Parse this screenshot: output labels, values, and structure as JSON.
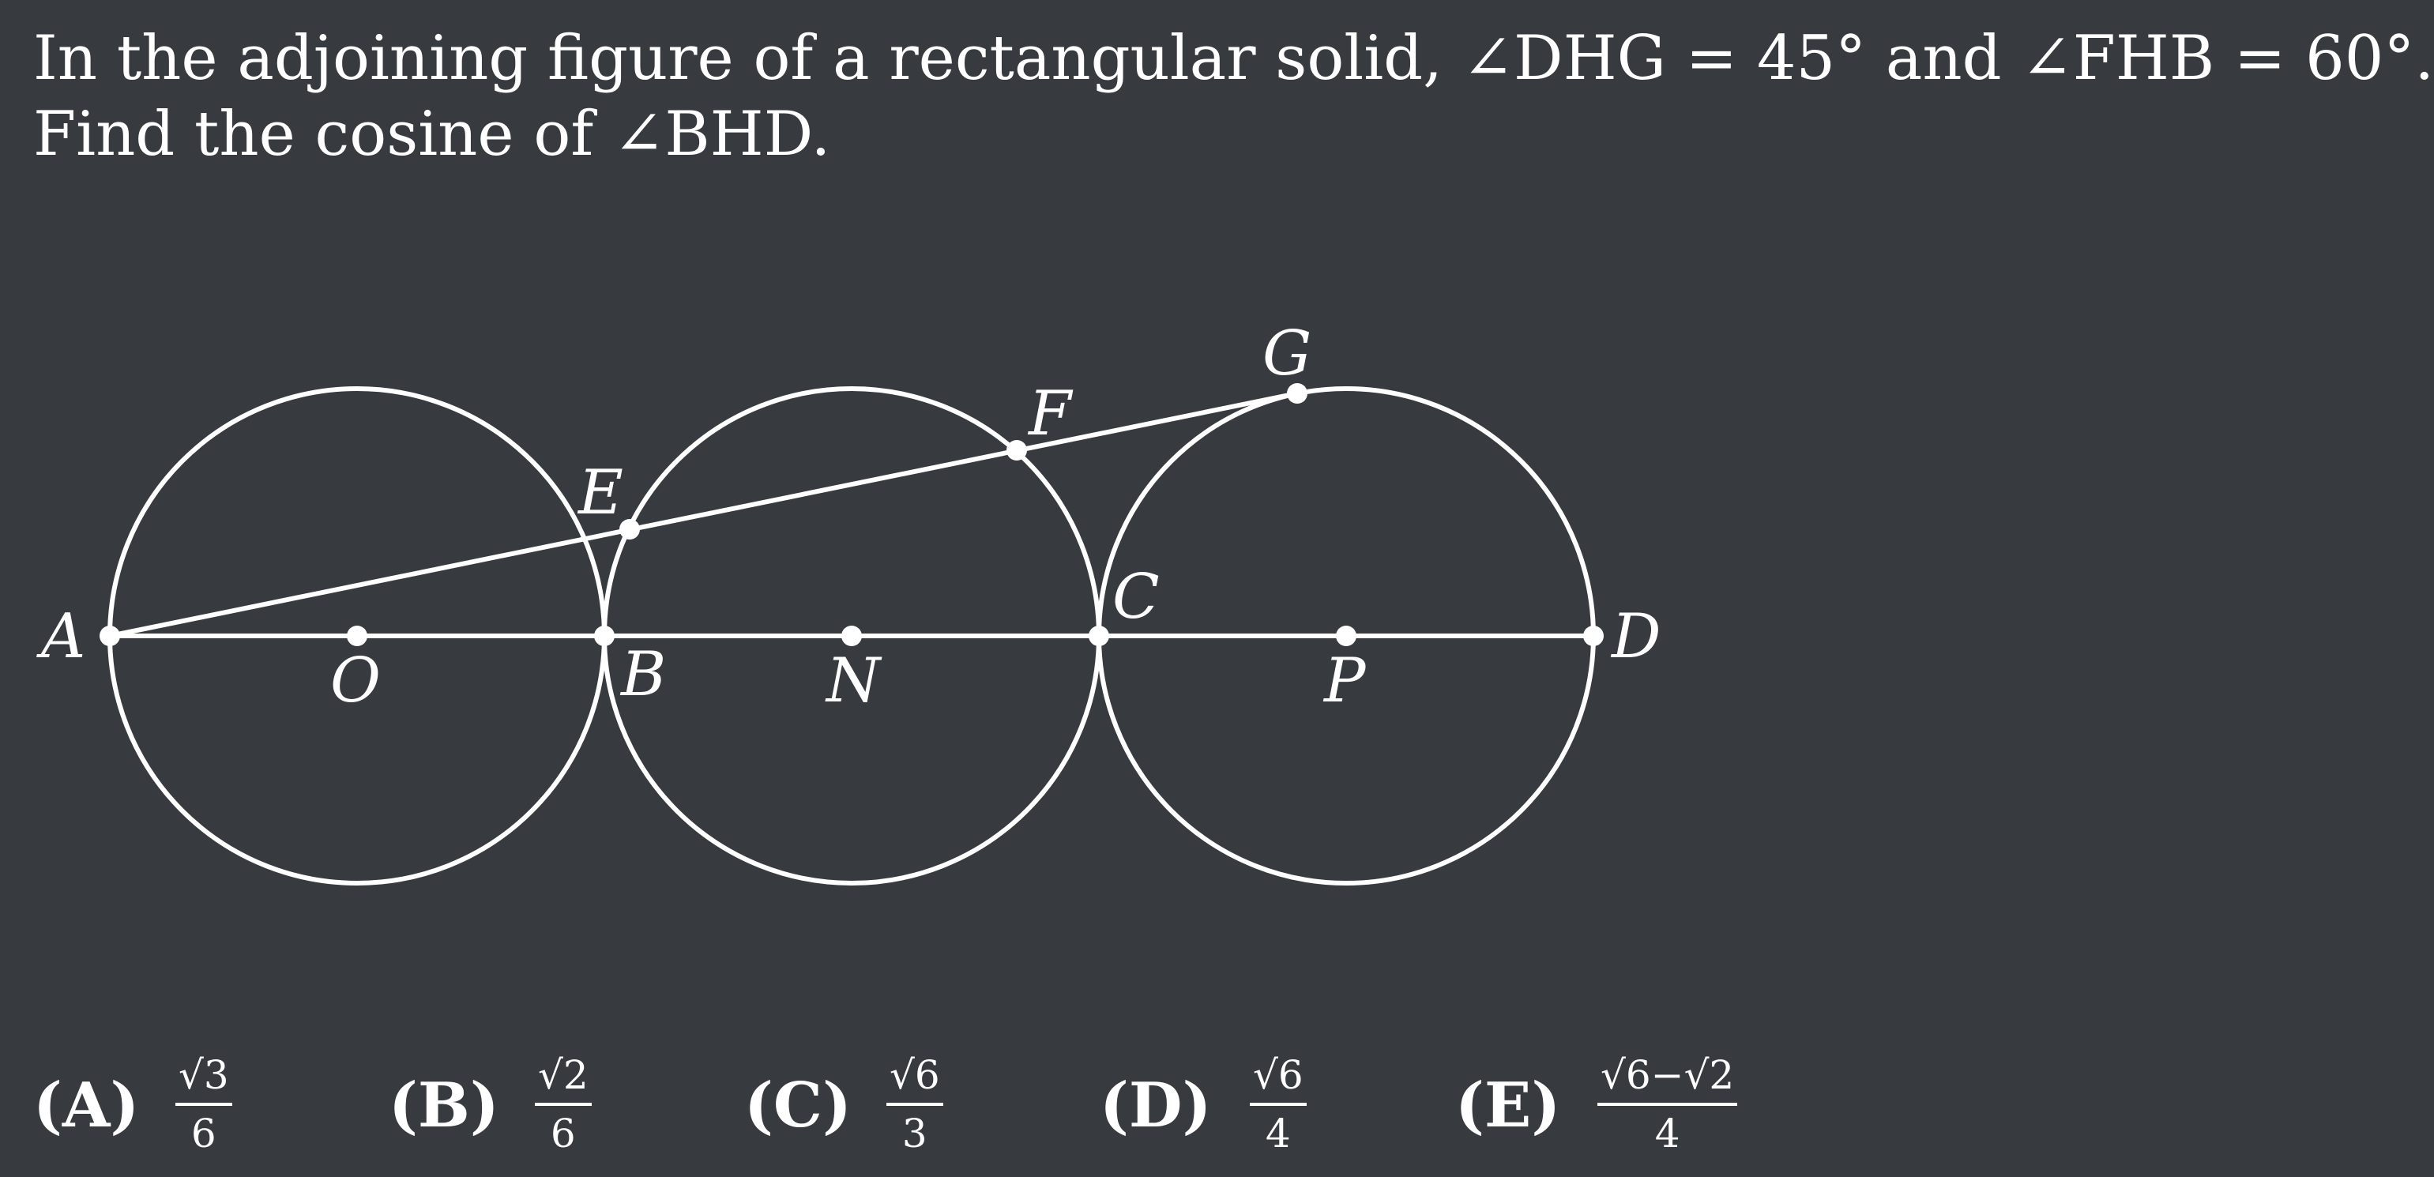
{
  "problem": {
    "line1": "In the adjoining figure of a rectangular solid, ∠DHG = 45° and ∠FHB = 60°.",
    "line2": "Find the cosine of ∠BHD."
  },
  "figure": {
    "colors": {
      "background": "#373a3f",
      "stroke": "#ffffff"
    },
    "points": {
      "A": "A",
      "B": "B",
      "C": "C",
      "D": "D",
      "E": "E",
      "F": "F",
      "G": "G",
      "O": "O",
      "N": "N",
      "P": "P"
    }
  },
  "choices": [
    {
      "letter": "(A)",
      "numerator": "√3",
      "denominator": "6"
    },
    {
      "letter": "(B)",
      "numerator": "√2",
      "denominator": "6"
    },
    {
      "letter": "(C)",
      "numerator": "√6",
      "denominator": "3"
    },
    {
      "letter": "(D)",
      "numerator": "√6",
      "denominator": "4"
    },
    {
      "letter": "(E)",
      "numerator": "√6−√2",
      "denominator": "4"
    }
  ]
}
